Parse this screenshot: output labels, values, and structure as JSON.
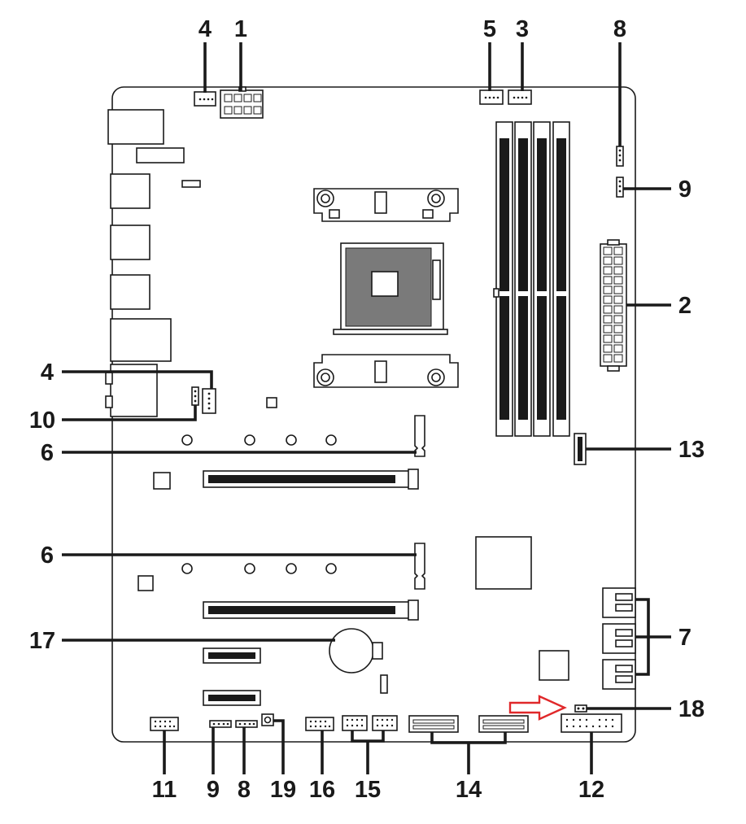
{
  "diagram": {
    "callouts": {
      "c1": "1",
      "c2": "2",
      "c3": "3",
      "c4_top": "4",
      "c4_left": "4",
      "c5": "5",
      "c6_upper": "6",
      "c6_lower": "6",
      "c7": "7",
      "c8_top": "8",
      "c8_bottom": "8",
      "c9_right": "9",
      "c9_bottom": "9",
      "c10": "10",
      "c11": "11",
      "c12": "12",
      "c13": "13",
      "c14": "14",
      "c15": "15",
      "c16": "16",
      "c17": "17",
      "c18": "18",
      "c19": "19"
    },
    "colors": {
      "outline": "#1a1a1a",
      "board_fill": "#ffffff",
      "highlight_arrow": "#e0282a"
    }
  }
}
